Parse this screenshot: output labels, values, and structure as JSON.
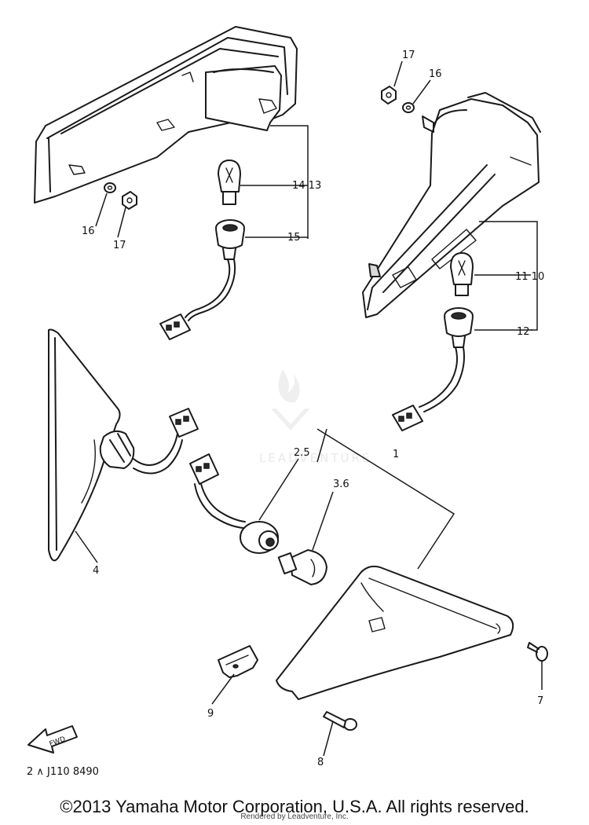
{
  "diagram": {
    "part_labels": {
      "p17_top": "17",
      "p16_top": "16",
      "p16_left": "16",
      "p17_left": "17",
      "p14_13": "14 13",
      "p15": "15",
      "p11_10": "11 10",
      "p12": "12",
      "p2_5": "2.5",
      "p1": "1",
      "p3_6": "3.6",
      "p4": "4",
      "p9": "9",
      "p7": "7",
      "p8": "8"
    },
    "fwd_arrow_text": "FWD",
    "diagram_code": "2 ∧ J110 8490",
    "watermark_text": "LEADVENTURE"
  },
  "footer": {
    "copyright": "©2013 Yamaha Motor Corporation, U.S.A. All rights reserved.",
    "rendered_by": "Rendered by Leadventure, Inc."
  }
}
